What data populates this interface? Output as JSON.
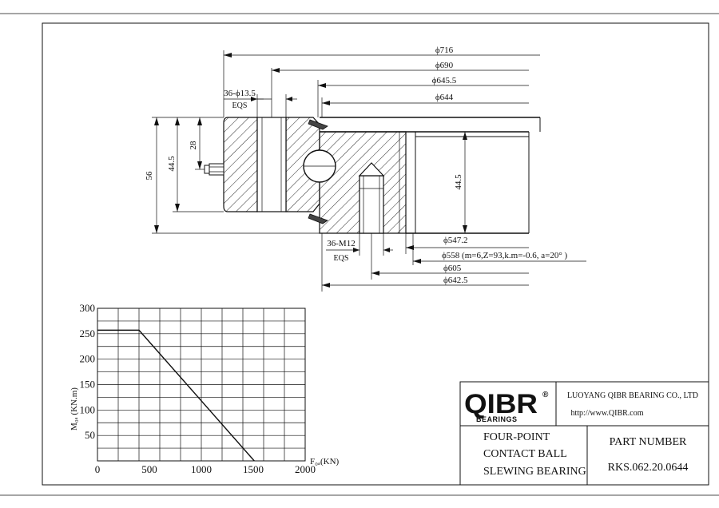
{
  "dims": {
    "d716": "ϕ716",
    "d690": "ϕ690",
    "d645_5": "ϕ645.5",
    "d644": "ϕ644",
    "holes_a": "36-ϕ13.5",
    "eqs_a": "EQS",
    "h56": "56",
    "h44_5_left": "44.5",
    "h28": "28",
    "h44_5_right": "44.5",
    "holes_b": "36-M12",
    "eqs_b": "EQS",
    "d547_2": "ϕ547.2",
    "d558": "ϕ558  (m=6,Z=93,k.m=-0.6, a=20° )",
    "d605": "ϕ605",
    "d642_5": "ϕ642.5"
  },
  "title_block": {
    "logo_main": "QIBR",
    "logo_reg": "®",
    "logo_sub": "BEARINGS",
    "company": "LUOYANG QIBR BEARING CO., LTD",
    "website": "http://www.QIBR.com",
    "desc_line1": "FOUR-POINT",
    "desc_line2": "CONTACT BALL",
    "desc_line3": "SLEWING BEARING",
    "part_label": "PART  NUMBER",
    "part_number": "RKS.062.20.0644"
  },
  "chart_data": {
    "type": "line",
    "xlabel": "F₀ₐ(KN)",
    "ylabel": "M₀ₐ (KN.m)",
    "xlim": [
      0,
      2000
    ],
    "ylim": [
      0,
      300
    ],
    "x_ticks": [
      0,
      500,
      1000,
      1500,
      2000
    ],
    "y_ticks": [
      50,
      100,
      150,
      200,
      250,
      300
    ],
    "grid": true,
    "series": [
      {
        "x": [
          0,
          400,
          1510
        ],
        "y": [
          257,
          257,
          0
        ]
      }
    ]
  }
}
